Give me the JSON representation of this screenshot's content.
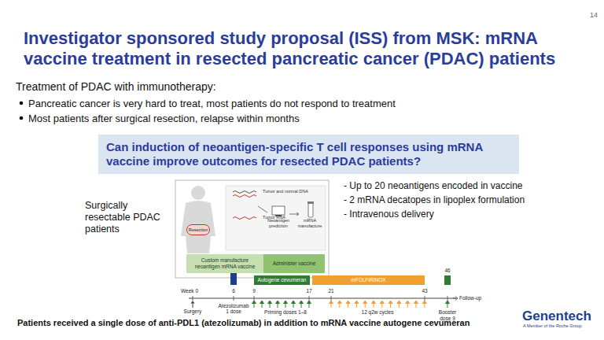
{
  "diagram": {
    "title": "Investigator sponsored study proposal (ISS) from MSK: mRNA vaccine treatment in resected pancreatic cancer (PDAC) patients",
    "caption": "Patients received a single dose of anti-PDL1 (atezolizumab) in addition to mRNA vaccine autogene cevumeran",
    "nodes": [
      {
        "text": [
          "Can induction of neoantigen-specific T cell responses using mRNA vaccine improve outcomes for resected PDAC patients?"
        ]
      },
      {
        "text": [
          "Resection"
        ]
      },
      {
        "text": [
          "Custom manufacture neoantigen mRNA vaccine"
        ]
      },
      {
        "text": [
          "Administer vaccine"
        ]
      },
      {
        "text": [
          "Autogene cevumeran"
        ]
      },
      {
        "text": [
          "mFOLFIRINOX"
        ]
      }
    ],
    "labels": [
      "14",
      "Treatment of PDAC with immunotherapy:",
      "Pancreatic cancer is very hard to treat, most patients do not respond to treatment",
      "Most patients after surgical resection, relapse within months",
      "- Up to 20 neoantigens encoded in vaccine",
      "- 2 mRNA decatopes in lipoplex formulation",
      "- Intravenous delivery",
      "Surgically resectable PDAC patients",
      "Tumor and normal DNA",
      "Tumor RNA",
      "Neoantigen prediction",
      "mRNA manufacture",
      "Week 0",
      "6",
      "9",
      "17",
      "21",
      "43",
      "46",
      "Surgery",
      "Atezolizumab",
      "1 dose",
      "Priming doses 1–8",
      "12 q2w cycles",
      "Booster dose 9",
      "Follow-up",
      "Genentech",
      "A Member of the Roche Group"
    ]
  }
}
